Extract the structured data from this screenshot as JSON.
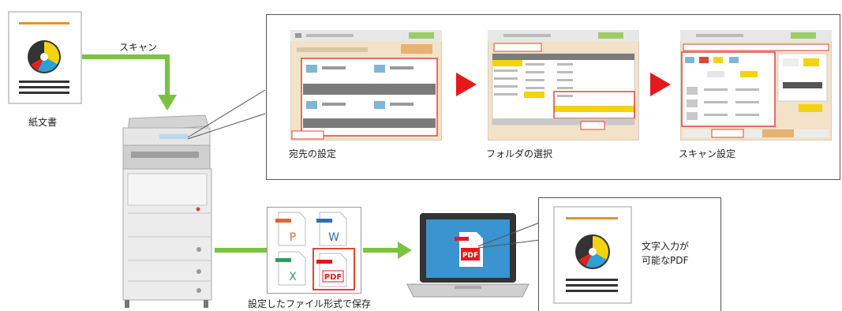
{
  "labels": {
    "paper_document": "紙文書",
    "scan": "スキャン",
    "destination_setting": "宛先の設定",
    "folder_selection": "フォルダの選択",
    "scan_setting": "スキャン設定",
    "saved_in_format": "設定したファイル形式で保存",
    "searchable_pdf": "文字入力が\n可能なPDF"
  },
  "file_types": [
    "P",
    "W",
    "X",
    "PDF"
  ],
  "laptop_file": "PDF",
  "colors": {
    "arrow_green": "#7cc242",
    "step_arrow_red": "#e5191c",
    "panel_border": "#555555",
    "highlight_red": "#e0453a",
    "screen_bg": "#f3e2c7",
    "orange_bar": "#e8912a"
  }
}
